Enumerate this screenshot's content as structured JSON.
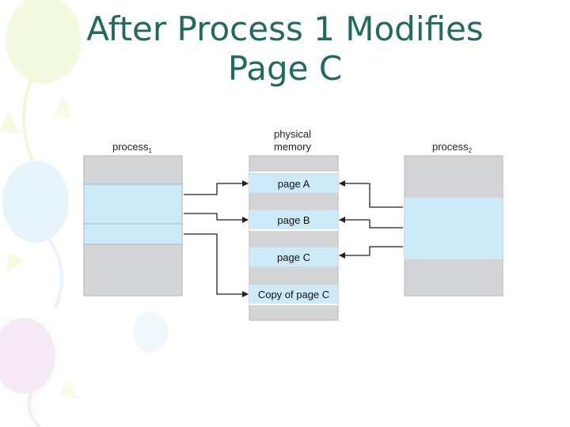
{
  "slide": {
    "title_line1": "After Process 1 Modifies",
    "title_line2": "Page C"
  },
  "diagram": {
    "process1": {
      "label": "process",
      "subscript": "1"
    },
    "process2": {
      "label": "process",
      "subscript": "2"
    },
    "physical_memory": {
      "label_line1": "physical",
      "label_line2": "memory"
    },
    "pages": {
      "page_a": "page A",
      "page_b": "page B",
      "page_c": "page C",
      "copy_c": "Copy of page C"
    }
  },
  "colors": {
    "title": "#1f6b5f",
    "frame_gray": "#d4d5d7",
    "page_blue": "#cdeaf9",
    "line": "#222222"
  }
}
